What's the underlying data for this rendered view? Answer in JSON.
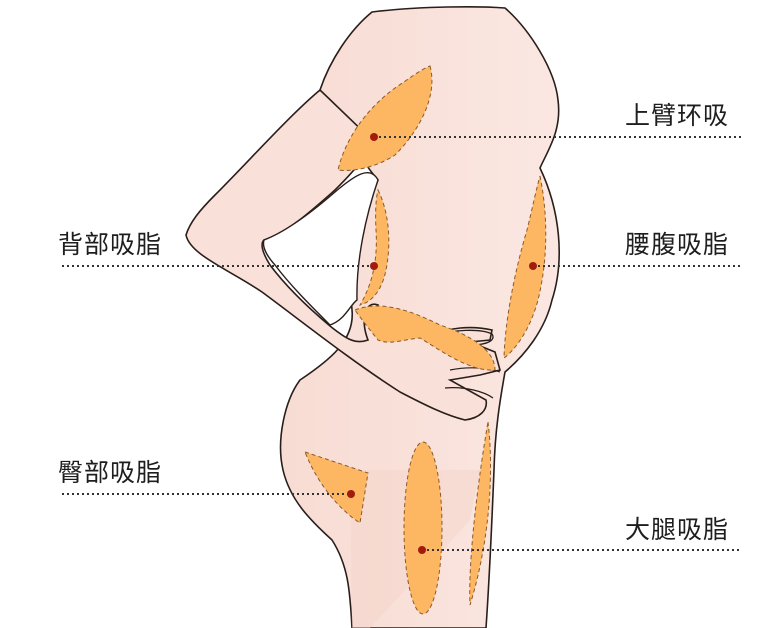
{
  "diagram": {
    "title": "",
    "type": "liposuction body-area illustration (side profile of female torso)",
    "colors": {
      "skin": "#f9e1db",
      "skin_shadow": "#f1c9bd",
      "outline": "#2a1e1a",
      "fat_zone": "#fdb762",
      "zone_border": "#8a5a2a",
      "marker_dot": "#a01c10",
      "leader_line": "#333333",
      "text": "#1e1e1e"
    },
    "labels": [
      {
        "id": "upper-arm",
        "text": "上臂环吸",
        "side": "right"
      },
      {
        "id": "back",
        "text": "背部吸脂",
        "side": "left"
      },
      {
        "id": "waist-abdomen",
        "text": "腰腹吸脂",
        "side": "right"
      },
      {
        "id": "buttocks",
        "text": "臀部吸脂",
        "side": "left"
      },
      {
        "id": "thigh",
        "text": "大腿吸脂",
        "side": "right"
      }
    ]
  }
}
